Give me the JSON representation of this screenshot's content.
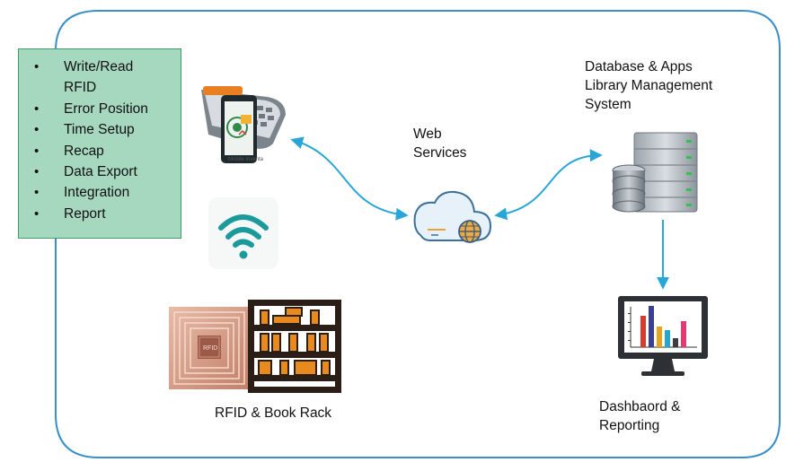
{
  "features": [
    "Write/Read",
    "RFID",
    "Error Position",
    "Time Setup",
    "Recap",
    "Data Export",
    "Integration",
    "Report"
  ],
  "labels": {
    "web_services": [
      "Web",
      "Services"
    ],
    "database": [
      "Database & Apps",
      "Library Management",
      "System"
    ],
    "rfid_rack": "RFID & Book Rack",
    "dashboard": [
      "Dashbaord &",
      "Reporting"
    ],
    "phone_app": "Mobile Inventa",
    "rfid_tag": "RFID"
  },
  "icons": {
    "handheld": "handheld-rfid-reader-icon",
    "wifi": "wifi-icon",
    "cloud": "cloud-globe-icon",
    "server": "server-stack-icon",
    "monitor": "monitor-chart-icon",
    "tag": "rfid-tag-icon",
    "rack": "book-rack-icon"
  },
  "colors": {
    "frame": "#3a8fc8",
    "arrow": "#29a6d9",
    "feature_fill": "#a6d7bf",
    "feature_border": "#3e9b6e",
    "wifi": "#1a9a9a",
    "rack": "#e88a1e",
    "tag": "#c9907a"
  }
}
